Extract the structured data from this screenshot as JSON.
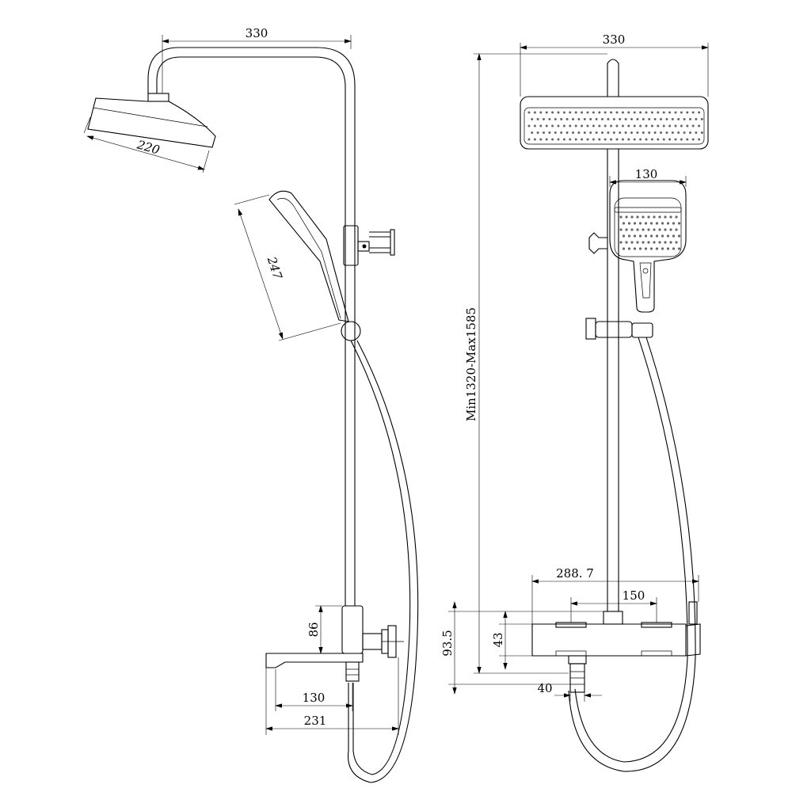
{
  "drawing": {
    "side_view": {
      "width_top": "330",
      "head_diameter": "220",
      "hand_shower_length": "247",
      "mixer_height": "86",
      "spout_reach_short": "130",
      "spout_reach_long": "231"
    },
    "front_view": {
      "width_top": "330",
      "height_range": "Min1320-Max1585",
      "hand_shower_width": "130",
      "mixer_width": "288. 7",
      "center_distance": "150",
      "mixer_height_total": "93.5",
      "mixer_body_height": "43",
      "outlet_width": "40"
    }
  }
}
